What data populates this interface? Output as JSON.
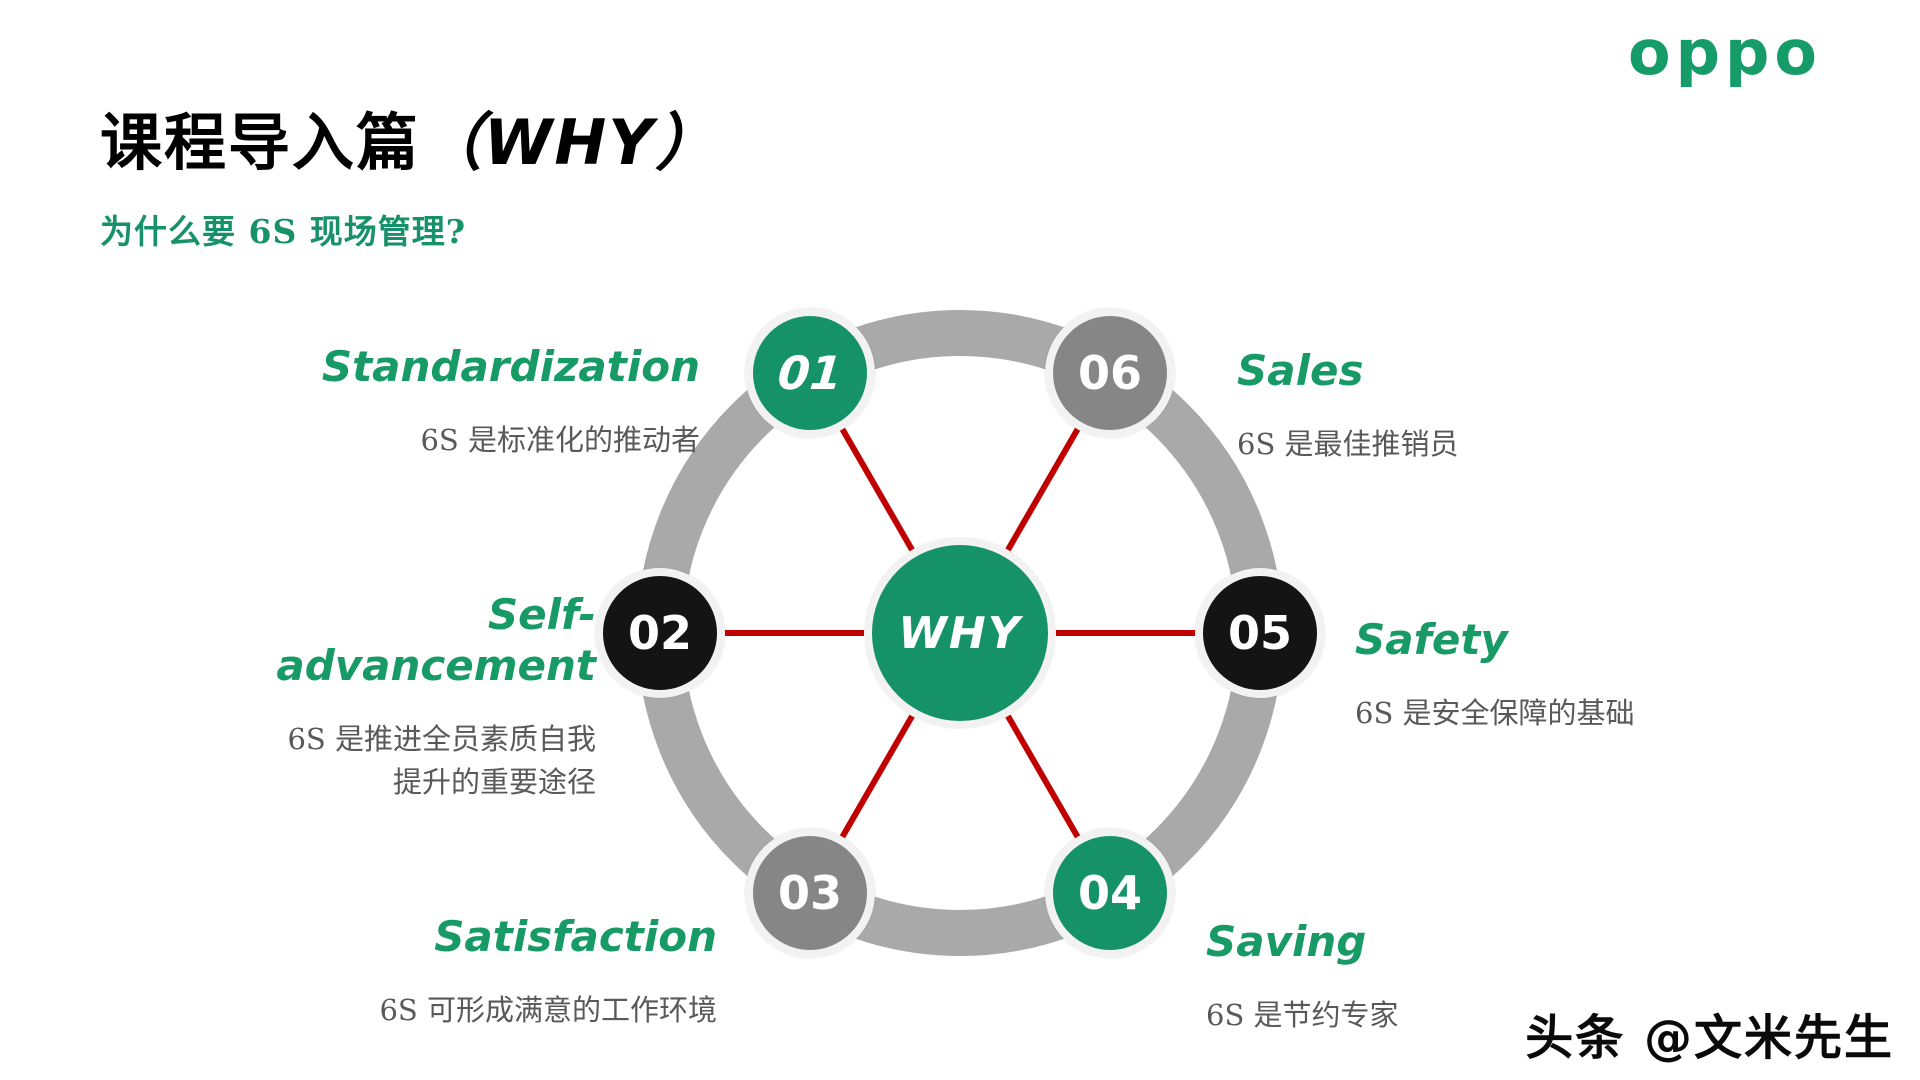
{
  "header": {
    "title_prefix": "课程导入篇",
    "title_paren": "（WHY）",
    "subtitle": "为什么要 6S 现场管理?",
    "logo_text": "oppo",
    "logo_color": "#169C68"
  },
  "diagram": {
    "center_label": "WHY",
    "colors": {
      "green": "#169268",
      "black": "#141414",
      "gray": "#868686",
      "ring": "#A9A9A9",
      "spoke_red": "#C00000",
      "node_outline": "#F2F2F2",
      "label_green": "#189A66",
      "desc_gray": "#595959"
    },
    "nodes": [
      {
        "number": "01",
        "color": "green",
        "title": "Standardization",
        "desc": "6S 是标准化的推动者"
      },
      {
        "number": "02",
        "color": "black",
        "title": "Self-\nadvancement",
        "desc": "6S 是推进全员素质自我\n提升的重要途径"
      },
      {
        "number": "03",
        "color": "gray",
        "title": "Satisfaction",
        "desc": "6S 可形成满意的工作环境"
      },
      {
        "number": "04",
        "color": "green",
        "title": "Saving",
        "desc": "6S 是节约专家"
      },
      {
        "number": "05",
        "color": "black",
        "title": "Safety",
        "desc": "6S 是安全保障的基础"
      },
      {
        "number": "06",
        "color": "gray",
        "title": "Sales",
        "desc": "6S 是最佳推销员"
      }
    ]
  },
  "watermark": "头条 @文米先生"
}
